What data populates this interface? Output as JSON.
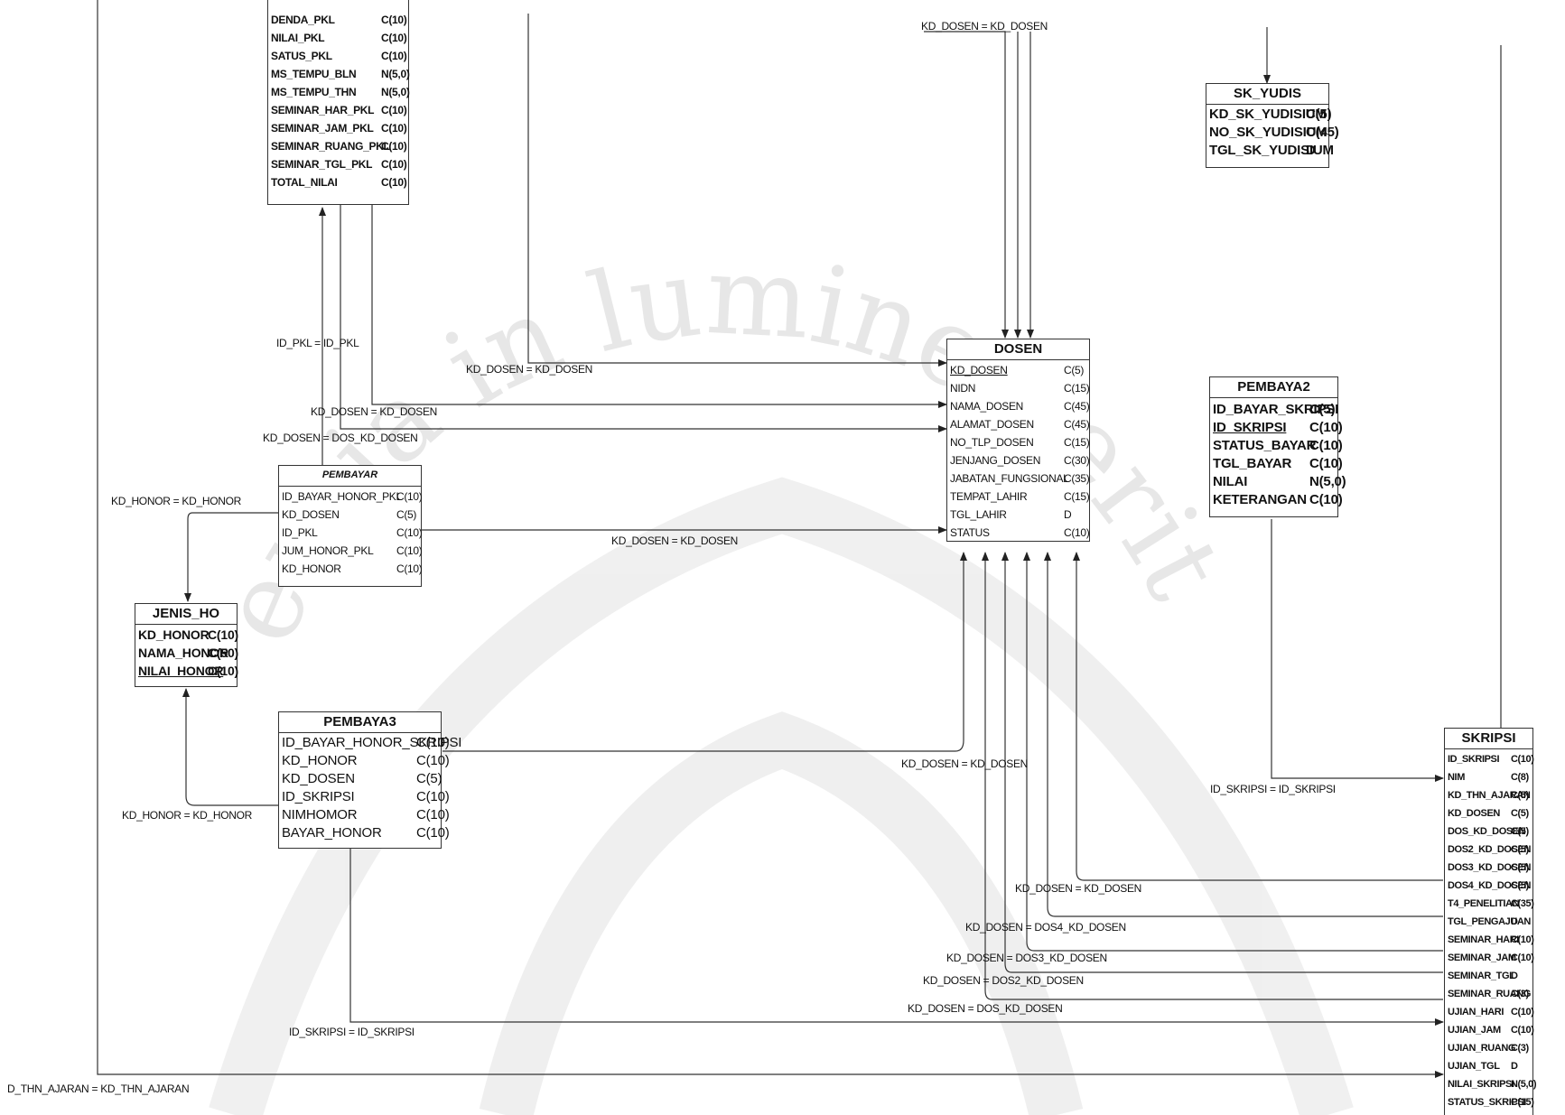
{
  "watermark": {
    "text": "scientia in lumine veritatis"
  },
  "entities": {
    "pkl_fragment": {
      "attrs": [
        {
          "name": "DENDA_PKL",
          "type": "C(10)"
        },
        {
          "name": "NILAI_PKL",
          "type": "C(10)"
        },
        {
          "name": "SATUS_PKL",
          "type": "C(10)"
        },
        {
          "name": "MS_TEMPU_BLN",
          "type": "N(5,0)"
        },
        {
          "name": "MS_TEMPU_THN",
          "type": "N(5,0)"
        },
        {
          "name": "SEMINAR_HAR_PKL",
          "type": "C(10)"
        },
        {
          "name": "SEMINAR_JAM_PKL",
          "type": "C(10)"
        },
        {
          "name": "SEMINAR_RUANG_PKL",
          "type": "C(10)"
        },
        {
          "name": "SEMINAR_TGL_PKL",
          "type": "C(10)"
        },
        {
          "name": "TOTAL_NILAI",
          "type": "C(10)"
        }
      ]
    },
    "sk_yudis": {
      "title": "SK_YUDIS",
      "attrs": [
        {
          "name": "KD_SK_YUDISIUM",
          "type": "C(5)"
        },
        {
          "name": "NO_SK_YUDISIUM",
          "type": "C(45)"
        },
        {
          "name": "TGL_SK_YUDISIUM",
          "type": "D"
        }
      ]
    },
    "dosen": {
      "title": "DOSEN",
      "attrs": [
        {
          "name": "KD_DOSEN",
          "type": "C(5)"
        },
        {
          "name": "NIDN",
          "type": "C(15)"
        },
        {
          "name": "NAMA_DOSEN",
          "type": "C(45)"
        },
        {
          "name": "ALAMAT_DOSEN",
          "type": "C(45)"
        },
        {
          "name": "NO_TLP_DOSEN",
          "type": "C(15)"
        },
        {
          "name": "JENJANG_DOSEN",
          "type": "C(30)"
        },
        {
          "name": "JABATAN_FUNGSIONAL",
          "type": "C(35)"
        },
        {
          "name": "TEMPAT_LAHIR",
          "type": "C(15)"
        },
        {
          "name": "TGL_LAHIR",
          "type": "D"
        },
        {
          "name": "STATUS",
          "type": "C(10)"
        }
      ]
    },
    "pembaya2": {
      "title": "PEMBAYA2",
      "attrs": [
        {
          "name": "ID_BAYAR_SKRIPSI",
          "type": "C(5)"
        },
        {
          "name": "ID_SKRIPSI",
          "type": "C(10)"
        },
        {
          "name": "STATUS_BAYAR",
          "type": "C(10)"
        },
        {
          "name": "TGL_BAYAR",
          "type": "C(10)"
        },
        {
          "name": "NILAI",
          "type": "N(5,0)"
        },
        {
          "name": "KETERANGAN",
          "type": "C(10)"
        }
      ]
    },
    "pembayar": {
      "title": "PEMBAYAR",
      "attrs": [
        {
          "name": "ID_BAYAR_HONOR_PKL",
          "type": "C(10)"
        },
        {
          "name": "KD_DOSEN",
          "type": "C(5)"
        },
        {
          "name": "ID_PKL",
          "type": "C(10)"
        },
        {
          "name": "JUM_HONOR_PKL",
          "type": "C(10)"
        },
        {
          "name": "KD_HONOR",
          "type": "C(10)"
        }
      ]
    },
    "jenis_ho": {
      "title": "JENIS_HO",
      "attrs": [
        {
          "name": "KD_HONOR",
          "type": "C(10)"
        },
        {
          "name": "NAMA_HONOR",
          "type": "C(50)"
        },
        {
          "name": "NILAI_HONOR",
          "type": "C(10)"
        }
      ]
    },
    "pembaya3": {
      "title": "PEMBAYA3",
      "attrs": [
        {
          "name": "ID_BAYAR_HONOR_SKRIPSI",
          "type": "C(10)"
        },
        {
          "name": "KD_HONOR",
          "type": "C(10)"
        },
        {
          "name": "KD_DOSEN",
          "type": "C(5)"
        },
        {
          "name": "ID_SKRIPSI",
          "type": "C(10)"
        },
        {
          "name": "NIMHOMOR",
          "type": "C(10)"
        },
        {
          "name": "BAYAR_HONOR",
          "type": "C(10)"
        }
      ]
    },
    "skripsi": {
      "title": "SKRIPSI",
      "attrs": [
        {
          "name": "ID_SKRIPSI",
          "type": "C(10)"
        },
        {
          "name": "NIM",
          "type": "C(8)"
        },
        {
          "name": "KD_THN_AJARAN",
          "type": "C(5)"
        },
        {
          "name": "KD_DOSEN",
          "type": "C(5)"
        },
        {
          "name": "DOS_KD_DOSEN",
          "type": "C(5)"
        },
        {
          "name": "DOS2_KD_DOSEN",
          "type": "C(5)"
        },
        {
          "name": "DOS3_KD_DOSEN",
          "type": "C(5)"
        },
        {
          "name": "DOS4_KD_DOSEN",
          "type": "C(5)"
        },
        {
          "name": "T4_PENELITIAN",
          "type": "C(35)"
        },
        {
          "name": "TGL_PENGAJUAN",
          "type": "D"
        },
        {
          "name": "SEMINAR_HARI",
          "type": "C(10)"
        },
        {
          "name": "SEMINAR_JAM",
          "type": "C(10)"
        },
        {
          "name": "SEMINAR_TGL",
          "type": "D"
        },
        {
          "name": "SEMINAR_RUANG",
          "type": "C(3)"
        },
        {
          "name": "UJIAN_HARI",
          "type": "C(10)"
        },
        {
          "name": "UJIAN_JAM",
          "type": "C(10)"
        },
        {
          "name": "UJIAN_RUANG",
          "type": "C(3)"
        },
        {
          "name": "UJIAN_TGL",
          "type": "D"
        },
        {
          "name": "NILAI_SKRIPSI",
          "type": "N(5,0)"
        },
        {
          "name": "STATUS_SKRIPSI",
          "type": "C(15)"
        }
      ]
    }
  },
  "relationships": [
    "KD_DOSEN = KD_DOSEN",
    "KD_DOSEN = KD_DOSEN",
    "ID_PKL = ID_PKL",
    "KD_DOSEN = KD_DOSEN",
    "KD_DOSEN = DOS_KD_DOSEN",
    "KD_HONOR = KD_HONOR",
    "KD_DOSEN = KD_DOSEN",
    "KD_DOSEN = KD_DOSEN",
    "ID_SKRIPSI = ID_SKRIPSI",
    "KD_HONOR = KD_HONOR",
    "KD_DOSEN = KD_DOSEN",
    "KD_DOSEN = DOS4_KD_DOSEN",
    "KD_DOSEN = DOS3_KD_DOSEN",
    "KD_DOSEN = DOS2_KD_DOSEN",
    "KD_DOSEN = DOS_KD_DOSEN",
    "ID_SKRIPSI = ID_SKRIPSI",
    "D_THN_AJARAN = KD_THN_AJARAN"
  ]
}
